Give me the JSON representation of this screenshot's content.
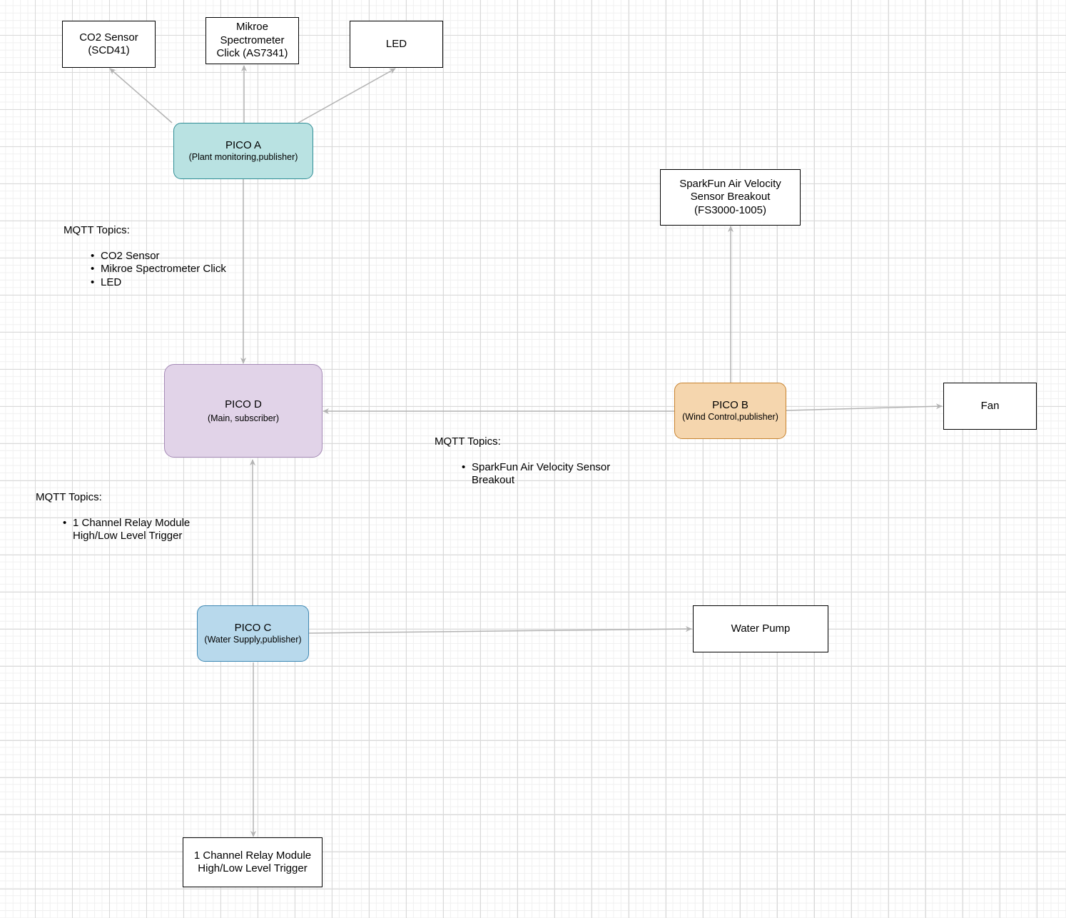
{
  "colors": {
    "pico_a": "#b9e2e2",
    "pico_b": "#f5d6ae",
    "pico_c": "#b8d9ec",
    "pico_d": "#e1d3e8",
    "edge": "#b3b3b3"
  },
  "nodes": {
    "co2_sensor": {
      "line1": "CO2 Sensor",
      "line2": "(SCD41)"
    },
    "spectrometer": {
      "line1": "Mikroe",
      "line2": "Spectrometer",
      "line3": "Click (AS7341)"
    },
    "led": {
      "label": "LED"
    },
    "pico_a": {
      "title": "PICO A",
      "subtitle": "(Plant monitoring,publisher)"
    },
    "air_velocity": {
      "line1": "SparkFun Air Velocity",
      "line2": "Sensor Breakout",
      "line3": "(FS3000-1005)"
    },
    "pico_d": {
      "title": "PICO D",
      "subtitle": "(Main, subscriber)"
    },
    "pico_b": {
      "title": "PICO B",
      "subtitle": "(Wind Control,publisher)"
    },
    "fan": {
      "label": "Fan"
    },
    "pico_c": {
      "title": "PICO C",
      "subtitle": "(Water Supply,publisher)"
    },
    "water_pump": {
      "label": "Water Pump"
    },
    "relay": {
      "line1": "1 Channel Relay Module",
      "line2": "High/Low Level Trigger"
    }
  },
  "notes": {
    "pico_a_topics": {
      "heading": "MQTT Topics:",
      "items": [
        "CO2 Sensor",
        "Mikroe Spectrometer Click",
        "LED"
      ]
    },
    "pico_b_topics": {
      "heading": "MQTT Topics:",
      "items": [
        {
          "line1": "SparkFun Air Velocity Sensor",
          "line2": "Breakout"
        }
      ]
    },
    "pico_c_topics": {
      "heading": "MQTT Topics:",
      "items": [
        {
          "line1": "1 Channel Relay Module",
          "line2": "High/Low Level Trigger"
        }
      ]
    }
  }
}
